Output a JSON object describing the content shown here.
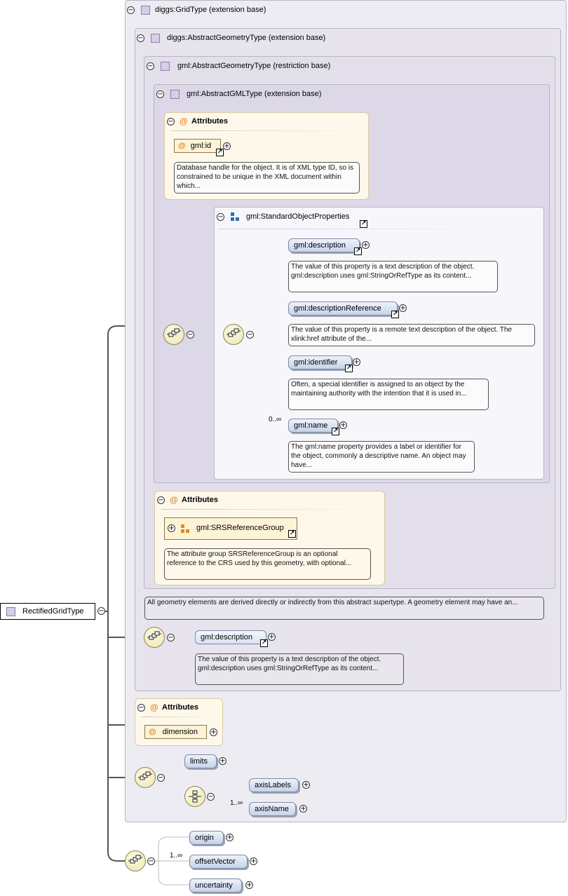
{
  "root": {
    "label": "RectifiedGridType"
  },
  "panels": {
    "grid_type": "diggs:GridType (extension base)",
    "abstract_geometry_diggs": "diggs:AbstractGeometryType (extension base)",
    "abstract_geometry_gml": "gml:AbstractGeometryType (restriction base)",
    "abstract_gml": "gml:AbstractGMLType (extension base)"
  },
  "attributes_label": "Attributes",
  "gml_id": {
    "label": "gml:id",
    "doc": "Database handle for the object. It is of XML type ID, so is constrained to be unique in the XML document within which..."
  },
  "standard_props": {
    "label": "gml:StandardObjectProperties",
    "items": [
      {
        "label": "gml:description",
        "doc": "The value of this property is a text description of the object. gml:description uses gml:StringOrRefType as its content..."
      },
      {
        "label": "gml:descriptionReference",
        "doc": "The value of this property is a remote text description of the object. The xlink:href attribute of the..."
      },
      {
        "label": "gml:identifier",
        "doc": "Often, a special identifier is assigned to an object by the maintaining authority with the intention that it is used in..."
      },
      {
        "label": "gml:name",
        "doc": "The gml:name property provides a label or identifier for the object, commonly a descriptive name. An object may have..."
      }
    ],
    "name_cardinality": "0..∞"
  },
  "srs_group": {
    "label": "gml:SRSReferenceGroup",
    "doc": "The attribute group SRSReferenceGroup is an optional reference to the CRS used by this geometry, with optional..."
  },
  "geometry_doc": "All geometry elements are derived directly or indirectly from this abstract supertype. A geometry element may have an...",
  "diggs_description": {
    "label": "gml:description",
    "doc": "The value of this property is a text description of the object. gml:description uses gml:StringOrRefType as its content..."
  },
  "dimension": {
    "label": "dimension"
  },
  "grid_elements": {
    "limits": "limits",
    "axis_labels": "axisLabels",
    "axis_name": "axisName",
    "axis_cardinality": "1..∞"
  },
  "rectified_elements": {
    "origin": "origin",
    "offset_vector": "offsetVector",
    "offset_cardinality": "1..∞",
    "uncertainty": "uncertainty"
  }
}
